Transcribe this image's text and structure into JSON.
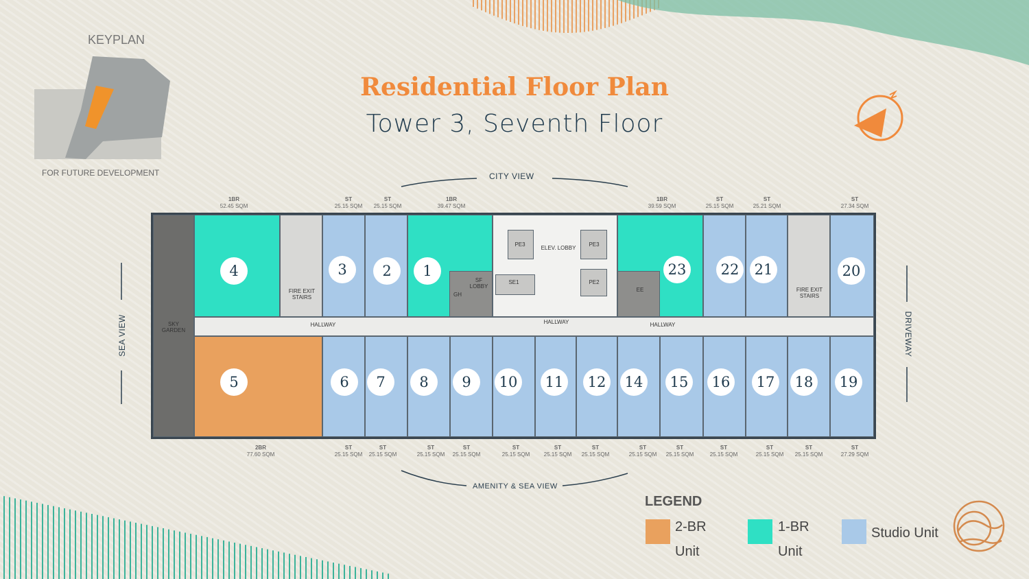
{
  "title": "Residential Floor Plan",
  "subtitle": "Tower 3, Seventh Floor",
  "keyplan": {
    "title": "KEYPLAN",
    "note": "FOR FUTURE DEVELOPMENT"
  },
  "views": {
    "top": "CITY VIEW",
    "bottom": "AMENITY & SEA VIEW",
    "left": "SEA VIEW",
    "right": "DRIVEWAY"
  },
  "colors": {
    "two_br": "#e9a15e",
    "one_br": "#2fe0c4",
    "studio": "#a9c9e8",
    "accent": "#f08a3c",
    "navy": "#1f3a4d"
  },
  "top_units": [
    {
      "number": "4",
      "type": "1BR",
      "area": "52.45 SQM"
    },
    {
      "number": "3",
      "type": "ST",
      "area": "25.15 SQM"
    },
    {
      "number": "2",
      "type": "ST",
      "area": "25.15 SQM"
    },
    {
      "number": "1",
      "type": "1BR",
      "area": "39.47 SQM"
    },
    {
      "number": "23",
      "type": "1BR",
      "area": "39.59 SQM"
    },
    {
      "number": "22",
      "type": "ST",
      "area": "25.15 SQM"
    },
    {
      "number": "21",
      "type": "ST",
      "area": "25.21 SQM"
    },
    {
      "number": "20",
      "type": "ST",
      "area": "27.34 SQM"
    }
  ],
  "bottom_units": [
    {
      "number": "5",
      "type": "2BR",
      "area": "77.60 SQM"
    },
    {
      "number": "6",
      "type": "ST",
      "area": "25.15 SQM"
    },
    {
      "number": "7",
      "type": "ST",
      "area": "25.15 SQM"
    },
    {
      "number": "8",
      "type": "ST",
      "area": "25.15 SQM"
    },
    {
      "number": "9",
      "type": "ST",
      "area": "25.15 SQM"
    },
    {
      "number": "10",
      "type": "ST",
      "area": "25.15 SQM"
    },
    {
      "number": "11",
      "type": "ST",
      "area": "25.15 SQM"
    },
    {
      "number": "12",
      "type": "ST",
      "area": "25.15 SQM"
    },
    {
      "number": "14",
      "type": "ST",
      "area": "25.15 SQM"
    },
    {
      "number": "15",
      "type": "ST",
      "area": "25.15 SQM"
    },
    {
      "number": "16",
      "type": "ST",
      "area": "25.15 SQM"
    },
    {
      "number": "17",
      "type": "ST",
      "area": "25.15 SQM"
    },
    {
      "number": "18",
      "type": "ST",
      "area": "25.15 SQM"
    },
    {
      "number": "19",
      "type": "ST",
      "area": "27.29 SQM"
    }
  ],
  "plan_labels": {
    "sky_garden": "SKY GARDEN",
    "fire_exit_1": "FIRE EXIT STAIRS",
    "fire_exit_2": "FIRE EXIT STAIRS",
    "hallway_1": "HALLWAY",
    "hallway_2": "HALLWAY",
    "hallway_3": "HALLWAY",
    "elev_lobby": "ELEV. LOBBY",
    "sf_lobby": "SF LOBBY",
    "gh": "GH",
    "ee": "EE",
    "pe3a": "PE3",
    "pe3b": "PE3",
    "pe2": "PE2",
    "se1": "SE1"
  },
  "legend": {
    "title": "LEGEND",
    "items": [
      {
        "label_1": "2-BR",
        "label_2": "Unit",
        "color": "#e9a15e"
      },
      {
        "label_1": "1-BR",
        "label_2": "Unit",
        "color": "#2fe0c4"
      },
      {
        "label_1": "Studio Unit",
        "color": "#a9c9e8"
      }
    ]
  }
}
